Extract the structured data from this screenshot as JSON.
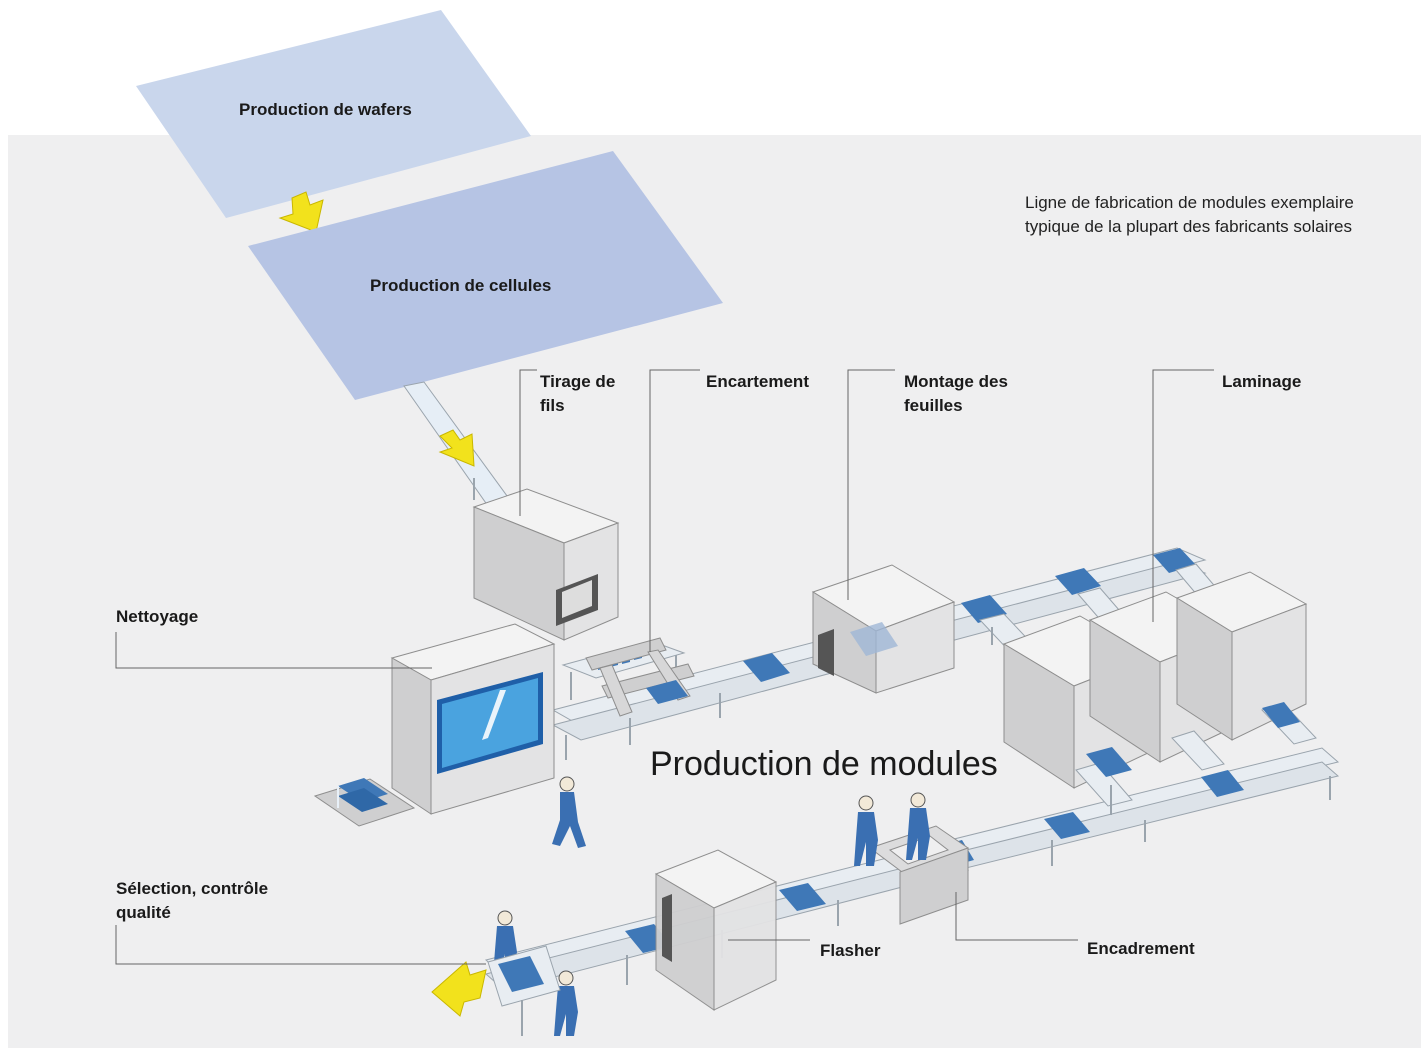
{
  "stages": {
    "wafers": "Production de wafers",
    "cells": "Production de cellules",
    "modules": "Production de modules"
  },
  "description": "Ligne de fabrication de modules exemplaire typique de la plupart des fabricants solaires",
  "labels": {
    "tirage": "Tirage de fils",
    "encartement": "Encartement",
    "montage": "Montage des feuilles",
    "laminage": "Laminage",
    "nettoyage": "Nettoyage",
    "selection": "Sélection, contrôle qualité",
    "flasher": "Flasher",
    "encadrement": "Encadrement"
  },
  "colors": {
    "background_panel": "#efeff0",
    "wafer_plane": "#c9d6ec",
    "cell_plane": "#b6c4e4",
    "arrow": "#f2e21c",
    "solar_panel": "#3f78b7",
    "machine": "#dededf",
    "worker": "#3a6fb2"
  }
}
